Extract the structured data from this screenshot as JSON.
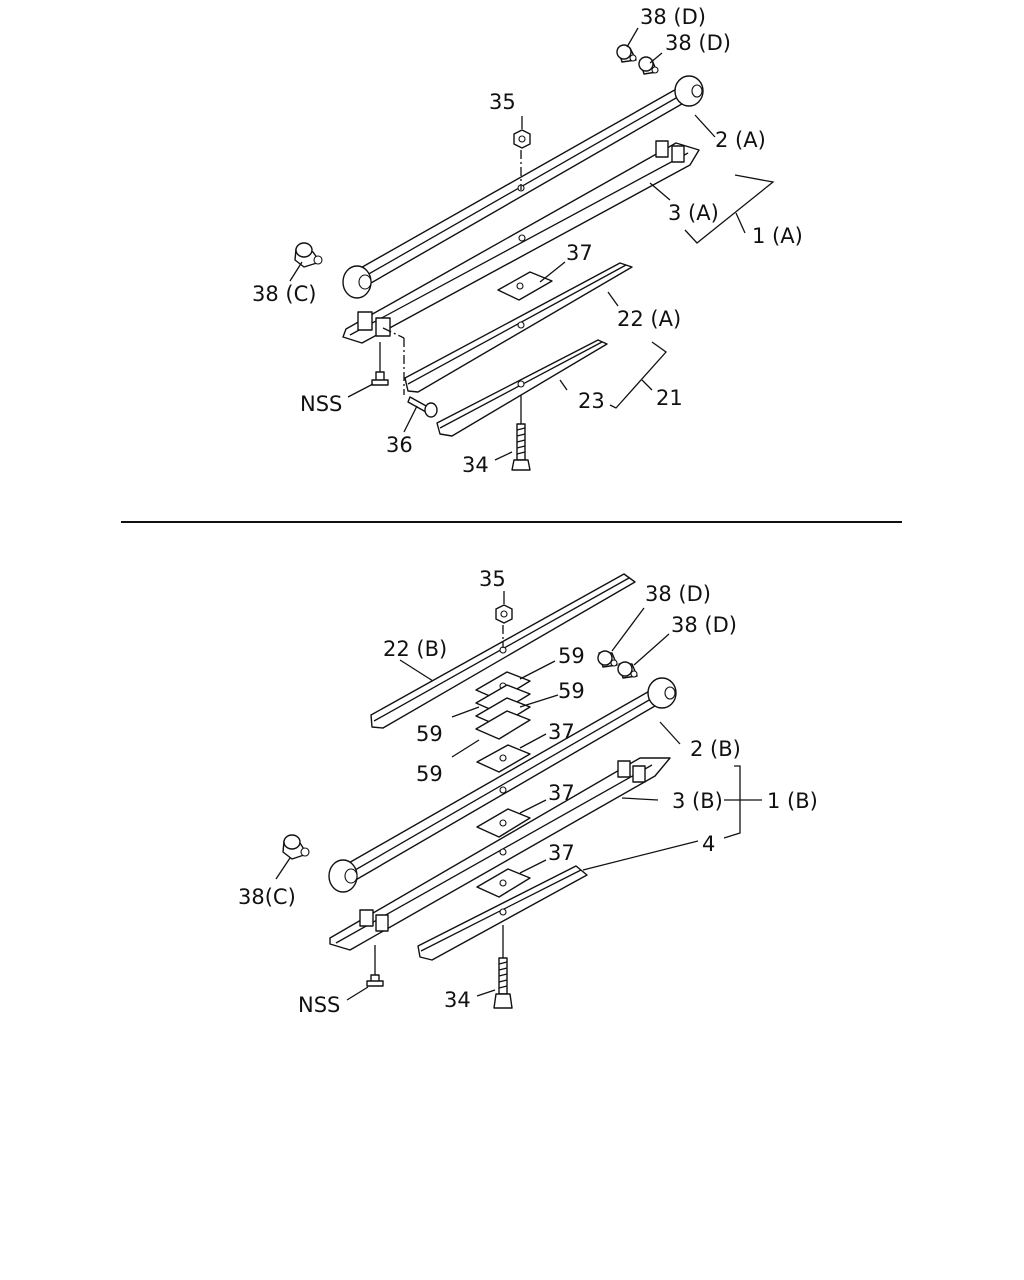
{
  "colors": {
    "ink": "#111111",
    "paper": "#ffffff"
  },
  "top": {
    "labels": {
      "l38d_a": "38 (D)",
      "l38d_b": "38 (D)",
      "l35": "35",
      "l2a": "2 (A)",
      "l3a": "3 (A)",
      "l1a": "1 (A)",
      "l37": "37",
      "l38c": "38 (C)",
      "l22a": "22 (A)",
      "lnss": "NSS",
      "l23": "23",
      "l21": "21",
      "l36": "36",
      "l34": "34"
    }
  },
  "bottom": {
    "labels": {
      "l35": "35",
      "l38d_a": "38 (D)",
      "l38d_b": "38 (D)",
      "l22b": "22 (B)",
      "l59_a": "59",
      "l59_b": "59",
      "l59_c": "59",
      "l59_d": "59",
      "l37_a": "37",
      "l2b": "2 (B)",
      "l37_b": "37",
      "l3b": "3 (B)",
      "l1b": "1 (B)",
      "l4": "4",
      "l37_c": "37",
      "l38c": "38(C)",
      "lnss": "NSS",
      "l34": "34"
    }
  }
}
